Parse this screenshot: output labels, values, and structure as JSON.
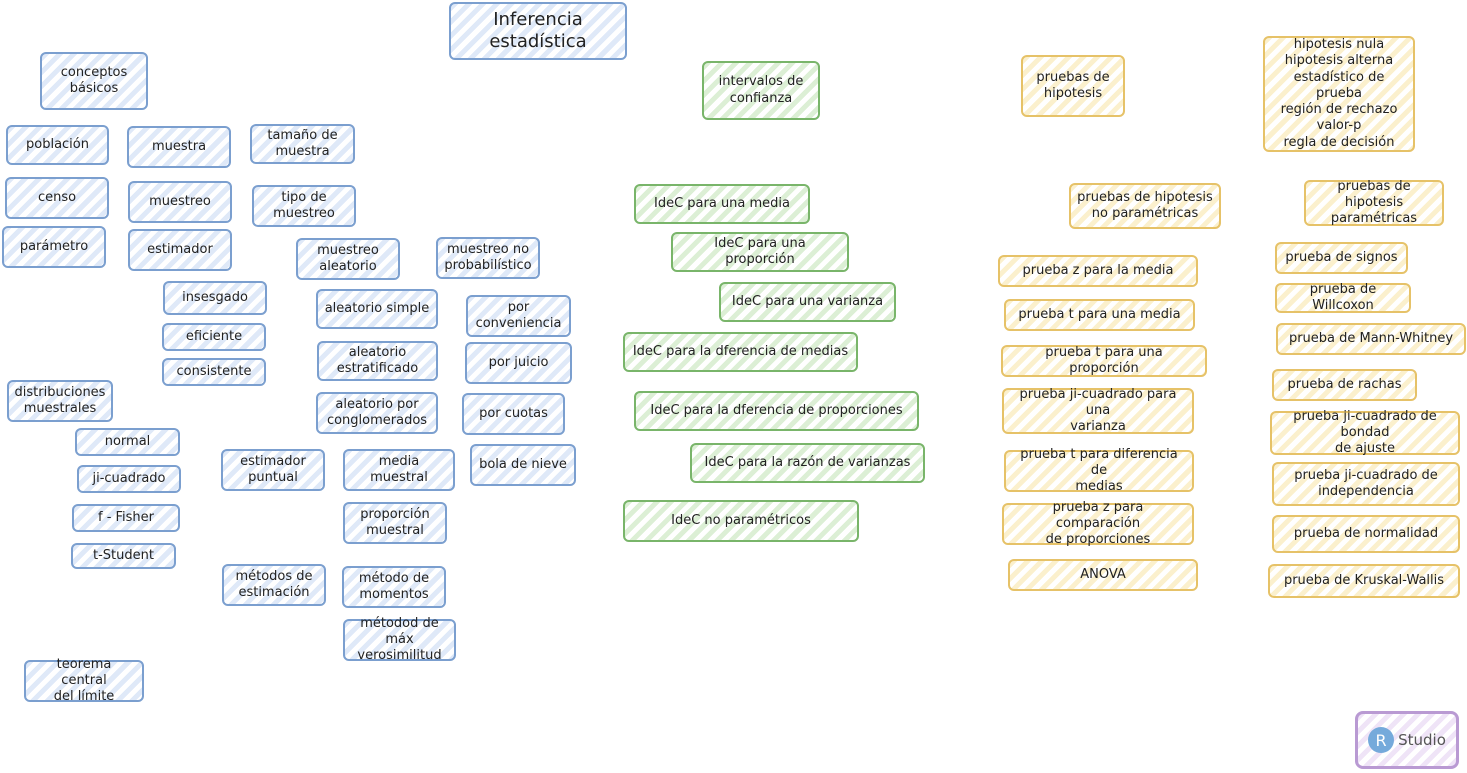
{
  "title": "Inferencia estadística",
  "blue": {
    "conceptos_basicos": "conceptos\nbásicos",
    "poblacion": "población",
    "muestra": "muestra",
    "tamano_muestra": "tamaño de\nmuestra",
    "censo": "censo",
    "muestreo": "muestreo",
    "tipo_muestreo": "tipo de\nmuestreo",
    "parametro": "parámetro",
    "estimador": "estimador",
    "muestreo_aleatorio": "muestreo\naleatorio",
    "muestreo_no_prob": "muestreo no\nprobabilístico",
    "insesgado": "insesgado",
    "eficiente": "eficiente",
    "consistente": "consistente",
    "aleatorio_simple": "aleatorio simple",
    "aleatorio_estratificado": "aleatorio\nestratificado",
    "aleatorio_conglomerados": "aleatorio por\nconglomerados",
    "por_conveniencia": "por\nconveniencia",
    "por_juicio": "por juicio",
    "por_cuotas": "por cuotas",
    "bola_nieve": "bola de nieve",
    "distribuciones_muestrales": "distribuciones\nmuestrales",
    "normal": "normal",
    "ji_cuadrado": "ji-cuadrado",
    "f_fisher": "f - Fisher",
    "t_student": "t-Student",
    "estimador_puntual": "estimador\npuntual",
    "media_muestral": "media muestral",
    "proporcion_muestral": "proporción\nmuestral",
    "metodos_estimacion": "métodos de\nestimación",
    "metodo_momentos": "método de\nmomentos",
    "metodo_max_vero": "métodod de máx\nverosimilitud",
    "teorema_central": "teorema central\ndel límite"
  },
  "green": {
    "intervalos_confianza": "intervalos de\nconfianza",
    "idec_media": "IdeC para una media",
    "idec_proporcion": "IdeC para una proporción",
    "idec_varianza": "IdeC para una varianza",
    "idec_dif_medias": "IdeC para la dferencia de medias",
    "idec_dif_proporciones": "IdeC para la dferencia de proporciones",
    "idec_razon_varianzas": "IdeC para la razón de varianzas",
    "idec_no_parametricos": "IdeC no paramétricos"
  },
  "yellow": {
    "pruebas_hipotesis": "pruebas de\nhipotesis",
    "conceptos_hipotesis": "hipotesis nula\nhipotesis alterna\nestadístico de prueba\nregión de rechazo\nvalor-p\nregla de decisión",
    "no_parametricas": "pruebas de hipotesis\nno paramétricas",
    "parametricas": "pruebas de hipotesis\nparamétricas",
    "z_media": "prueba z para la media",
    "t_media": "prueba t para una media",
    "t_proporcion": "prueba t para una proporción",
    "ji_varianza": "prueba ji-cuadrado para una\nvarianza",
    "t_dif_medias": "prueba t para diferencia de\nmedias",
    "z_comp_proporciones": "prueba z para comparación\nde proporciones",
    "anova": "ANOVA",
    "signos": "prueba de signos",
    "wilcoxon": "prueba de Willcoxon",
    "mann_whitney": "prueba de Mann-Whitney",
    "rachas": "prueba de rachas",
    "ji_bondad": "prueba ji-cuadrado de bondad\nde ajuste",
    "ji_independencia": "prueba ji-cuadrado de\nindependencia",
    "normalidad": "prueba de normalidad",
    "kruskal_wallis": "prueba de Kruskal-Wallis"
  },
  "logo": {
    "letter": "R",
    "text": "Studio"
  },
  "colors": {
    "blue": "#7b9fcf",
    "green": "#79b56a",
    "yellow": "#e6c268",
    "purple": "#b99ad3"
  }
}
